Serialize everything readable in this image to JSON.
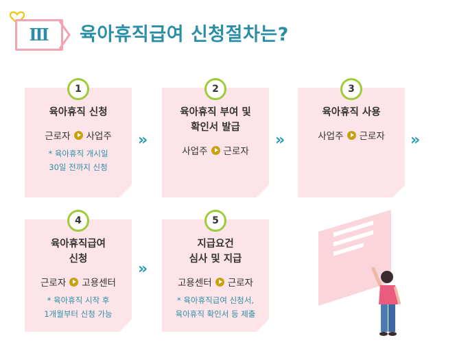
{
  "header": {
    "numeral": "Ⅲ",
    "title": "육아휴직급여 신청절차는?"
  },
  "steps": [
    {
      "number": "1",
      "title_lines": [
        "육아휴직 신청"
      ],
      "from": "근로자",
      "to": "사업주",
      "note_lines": [
        "* 육아휴직 개시일",
        "30일 전까지 신청"
      ]
    },
    {
      "number": "2",
      "title_lines": [
        "육아휴직 부여 및",
        "확인서 발급"
      ],
      "from": "사업주",
      "to": "근로자",
      "note_lines": []
    },
    {
      "number": "3",
      "title_lines": [
        "육아휴직 사용"
      ],
      "from": "사업주",
      "to": "근로자",
      "note_lines": []
    },
    {
      "number": "4",
      "title_lines": [
        "육아휴직급여",
        "신청"
      ],
      "from": "근로자",
      "to": "고용센터",
      "note_lines": [
        "* 육아휴직 시작 후",
        "1개월부터 신청 가능"
      ]
    },
    {
      "number": "5",
      "title_lines": [
        "지급요건",
        "심사 및 지급"
      ],
      "from": "고용센터",
      "to": "근로자",
      "note_lines": [
        "* 육아휴직급여 신청서,",
        "육아휴직 확인서 등 제출"
      ]
    }
  ],
  "connector": "»",
  "colors": {
    "accent_teal": "#2a8ea7",
    "card_pink": "#fce4e8",
    "badge_green": "#9ccc3a",
    "arrow_gold": "#c9a10f"
  }
}
